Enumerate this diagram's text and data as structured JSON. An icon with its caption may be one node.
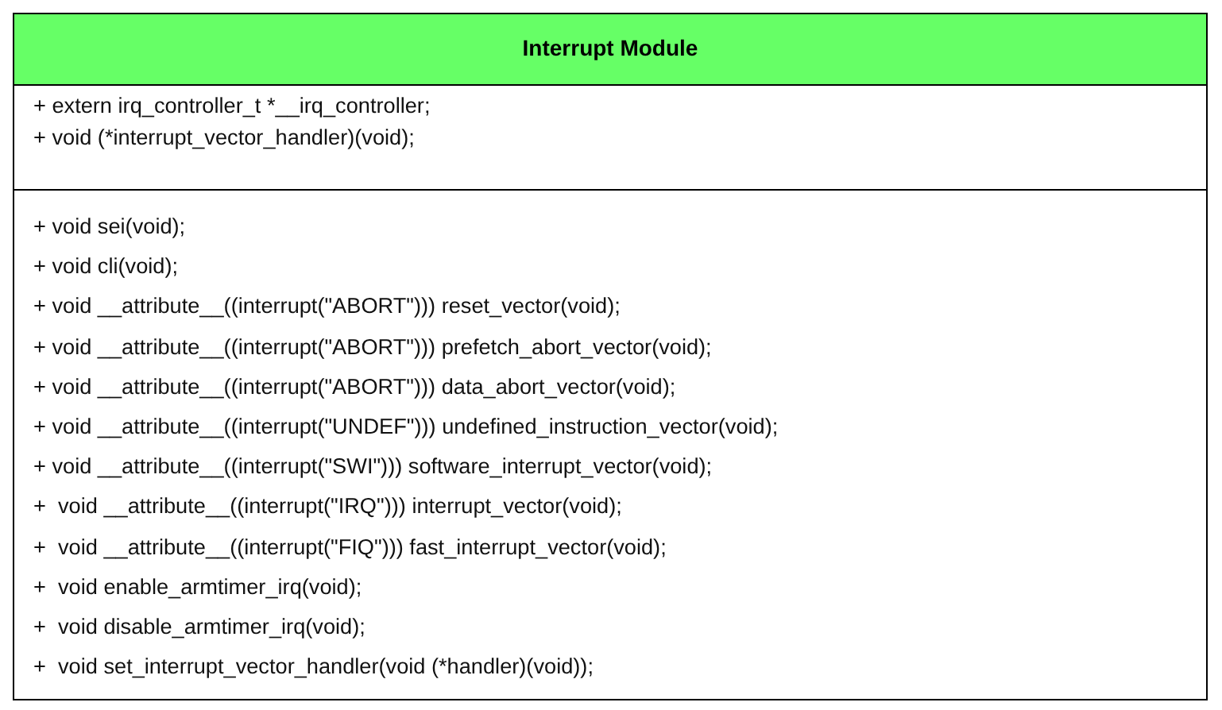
{
  "diagram": {
    "nodes": [
      {
        "text": [
          "Interrupt Module"
        ]
      },
      {
        "text": [
          "+ extern irq_controller_t *__irq_controller;",
          "+ void (*interrupt_vector_handler)(void);"
        ],
        "in": 0
      },
      {
        "text": [
          "+ void sei(void);",
          "+ void cli(void);",
          "+ void __attribute__((interrupt(\"ABORT\"))) reset_vector(void);",
          "+ void __attribute__((interrupt(\"ABORT\"))) prefetch_abort_vector(void);",
          "+ void __attribute__((interrupt(\"ABORT\"))) data_abort_vector(void);",
          "+ void __attribute__((interrupt(\"UNDEF\"))) undefined_instruction_vector(void);",
          "+ void __attribute__((interrupt(\"SWI\"))) software_interrupt_vector(void);",
          "+  void __attribute__((interrupt(\"IRQ\"))) interrupt_vector(void);",
          "+  void __attribute__((interrupt(\"FIQ\"))) fast_interrupt_vector(void);",
          "+  void enable_armtimer_irq(void);",
          "+  void disable_armtimer_irq(void);",
          "+  void set_interrupt_vector_handler(void (*handler)(void));"
        ],
        "in": 0
      }
    ]
  }
}
